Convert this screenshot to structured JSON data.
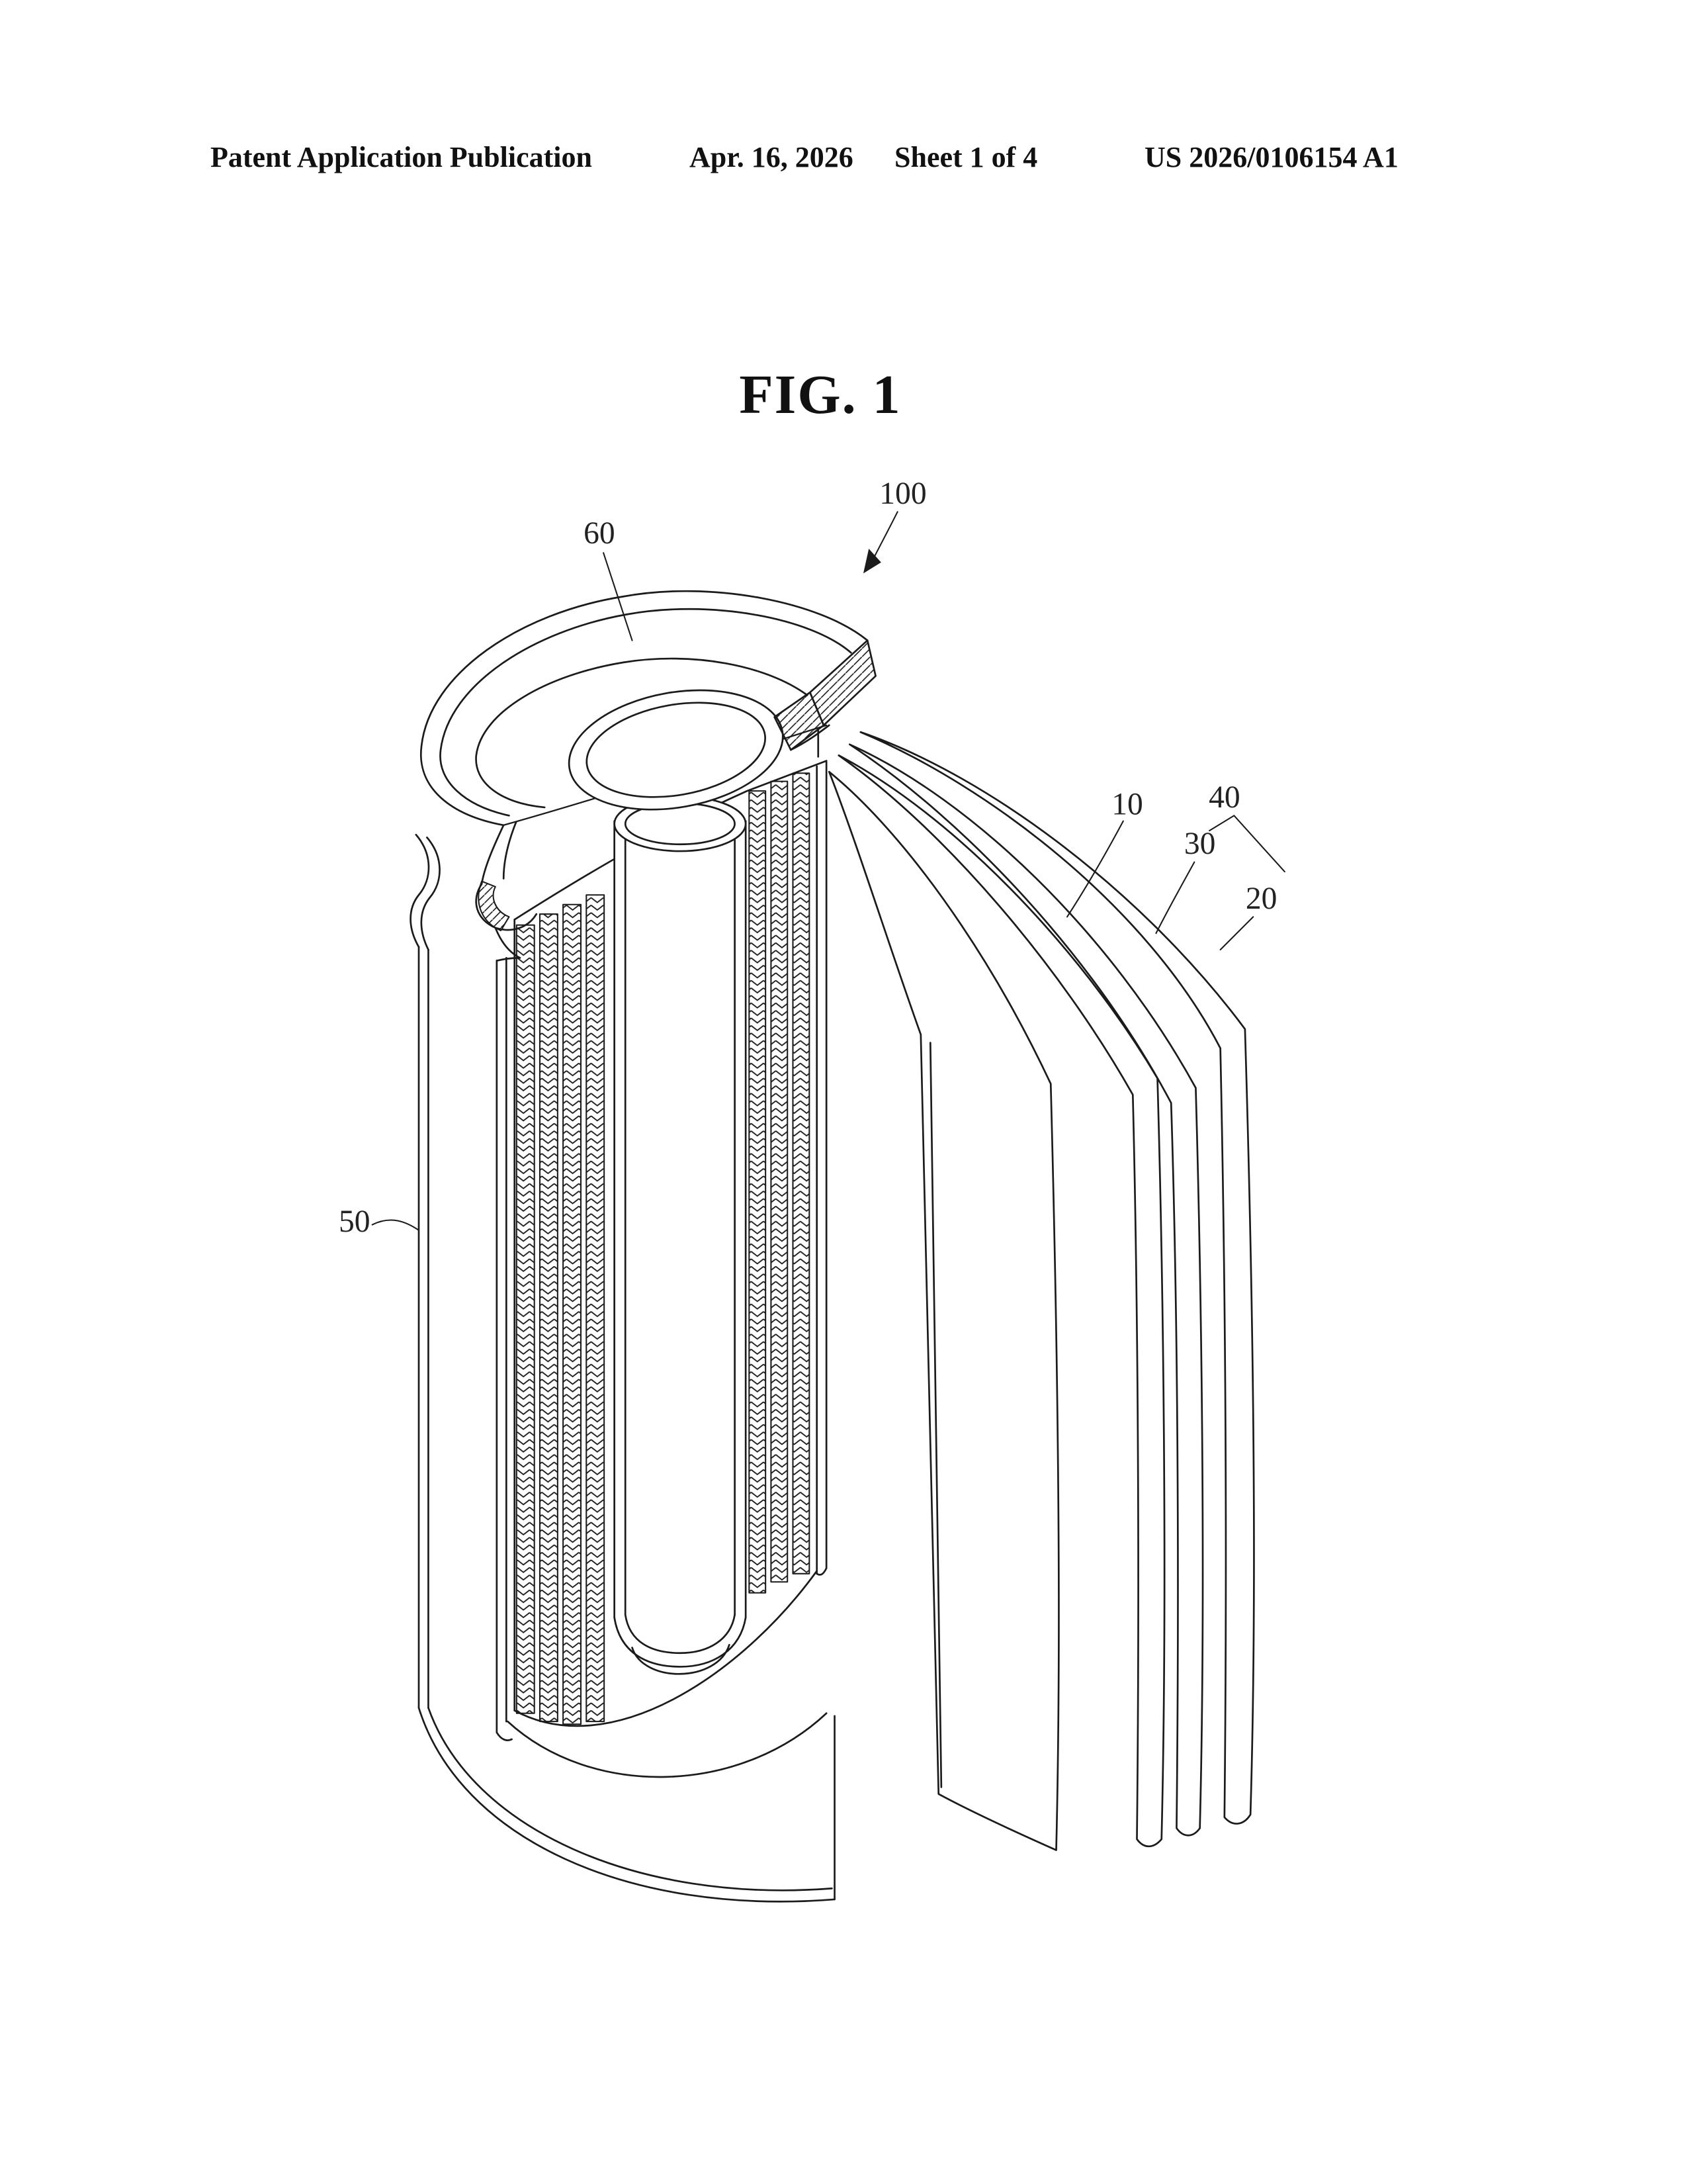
{
  "header": {
    "publication": "Patent Application Publication",
    "date": "Apr. 16, 2026",
    "sheet": "Sheet 1 of 4",
    "patent_number": "US 2026/0106154 A1"
  },
  "figure": {
    "title": "FIG. 1",
    "labels": {
      "l100": "100",
      "l60": "60",
      "l10": "10",
      "l40": "40",
      "l30": "30",
      "l20": "20",
      "l50": "50"
    }
  }
}
